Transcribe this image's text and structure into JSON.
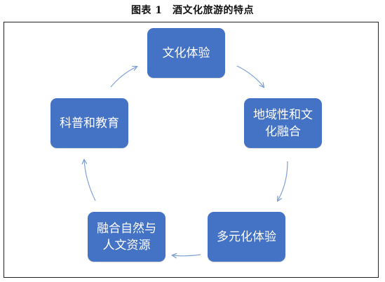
{
  "title": "图表 1　酒文化旅游的特点",
  "diagram": {
    "nodes": [
      {
        "id": "culture-experience",
        "label": "文化体验"
      },
      {
        "id": "regional-integration",
        "label": "地域性和文化融合"
      },
      {
        "id": "diverse-experience",
        "label": "多元化体验"
      },
      {
        "id": "nature-humanities",
        "label": "融合自然与人文资源"
      },
      {
        "id": "science-education",
        "label": "科普和教育"
      }
    ],
    "edges": [
      {
        "from": "culture-experience",
        "to": "regional-integration"
      },
      {
        "from": "regional-integration",
        "to": "diverse-experience"
      },
      {
        "from": "diverse-experience",
        "to": "nature-humanities"
      },
      {
        "from": "nature-humanities",
        "to": "science-education"
      },
      {
        "from": "science-education",
        "to": "culture-experience"
      }
    ],
    "colors": {
      "node_fill": "#4472c4",
      "node_text": "#ffffff",
      "arrow": "#7f9fd6"
    }
  }
}
